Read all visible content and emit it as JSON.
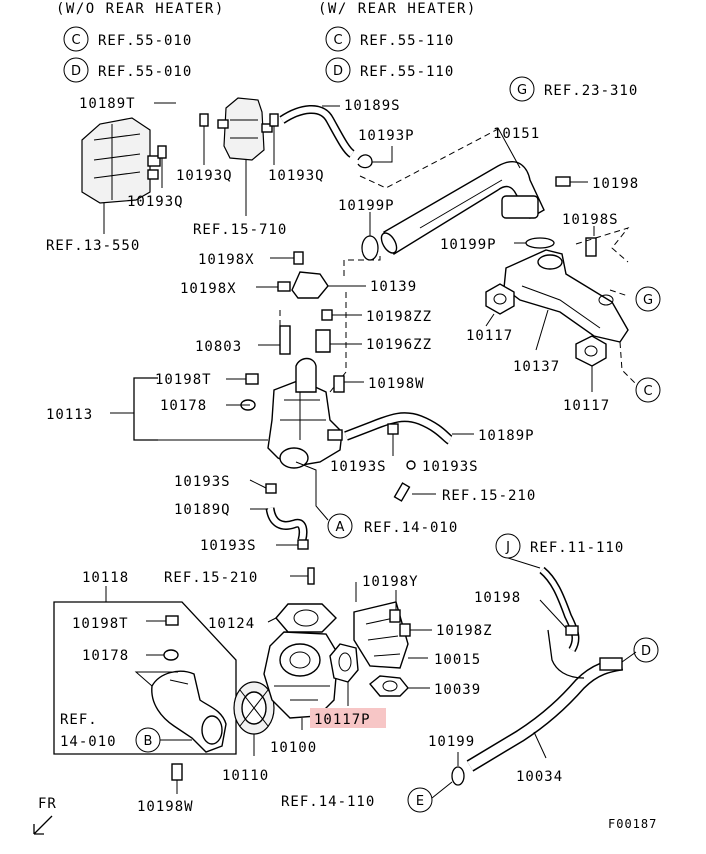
{
  "headers": {
    "without_rear_heater": "(W/O REAR HEATER)",
    "with_rear_heater": "(W/ REAR HEATER)"
  },
  "refs": {
    "c_left": "REF.55-010",
    "d_left": "REF.55-010",
    "c_right": "REF.55-110",
    "d_right": "REF.55-110",
    "g": "REF.23-310",
    "r13550": "REF.13-550",
    "r15710": "REF.15-710",
    "r15210a": "REF.15-210",
    "a": "REF.14-010",
    "r15210b": "REF.15-210",
    "j": "REF.11-110",
    "b": "REF.",
    "b2": "14-010",
    "e": "REF.14-110"
  },
  "callouts": {
    "c": "C",
    "d": "D",
    "g": "G",
    "a": "A",
    "b": "B",
    "j": "J",
    "e": "E"
  },
  "parts": {
    "p10189T": "10189T",
    "p10189S": "10189S",
    "p10193P": "10193P",
    "p10193Q_a": "10193Q",
    "p10193Q_b": "10193Q",
    "p10193Q_c": "10193Q",
    "p10151": "10151",
    "p10198_a": "10198",
    "p10199P_a": "10199P",
    "p10198S": "10198S",
    "p10199P_b": "10199P",
    "p10198X_a": "10198X",
    "p10198X_b": "10198X",
    "p10139": "10139",
    "p10198ZZ": "10198ZZ",
    "p10196ZZ": "10196ZZ",
    "p10803": "10803",
    "p10117_a": "10117",
    "p10137": "10137",
    "p10117_b": "10117",
    "p10198T_a": "10198T",
    "p10178_a": "10178",
    "p10198W_a": "10198W",
    "p10113": "10113",
    "p10189P": "10189P",
    "p10193S_a": "10193S",
    "p10193S_b": "10193S",
    "p10193S_c": "10193S",
    "p10189Q": "10189Q",
    "p10193S_d": "10193S",
    "p10118": "10118",
    "p10198Y": "10198Y",
    "p10198T_b": "10198T",
    "p10124": "10124",
    "p10198Z": "10198Z",
    "p10178_b": "10178",
    "p10015": "10015",
    "p10039": "10039",
    "p10117P": "10117P",
    "p10100": "10100",
    "p10110": "10110",
    "p10198W_b": "10198W",
    "p10198_b": "10198",
    "p10199": "10199",
    "p10034": "10034"
  },
  "direction": "FR",
  "figure_code": "F00187",
  "colors": {
    "highlight": "#f7c6c6",
    "ink": "#000000"
  }
}
